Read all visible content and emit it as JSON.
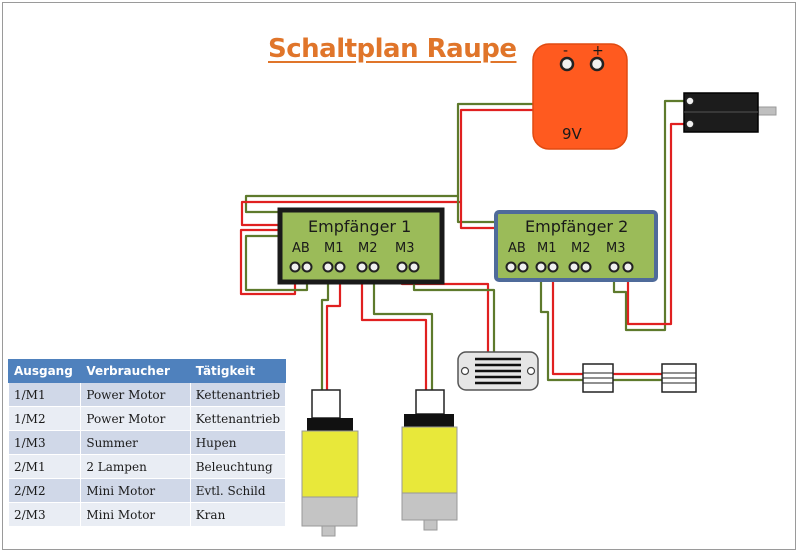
{
  "title": "Schaltplan Raupe",
  "battery": {
    "label": "9V",
    "minus": "-",
    "plus": "+"
  },
  "receivers": [
    {
      "name": "Empfänger 1",
      "ports": [
        "AB",
        "M1",
        "M2",
        "M3"
      ]
    },
    {
      "name": "Empfänger 2",
      "ports": [
        "AB",
        "M1",
        "M2",
        "M3"
      ]
    }
  ],
  "colors": {
    "wire_red": "#e02020",
    "wire_green": "#5e7a2c",
    "receiver_fill": "#9bbb59",
    "receiver1_border": "#1a1a1a",
    "receiver2_border": "#4f6b9a",
    "battery_fill": "#ff5a1f",
    "motor_yellow": "#e8e83a",
    "table_header": "#4f81bd"
  },
  "table": {
    "headers": [
      "Ausgang",
      "Verbraucher",
      "Tätigkeit"
    ],
    "rows": [
      [
        "1/M1",
        "Power Motor",
        "Kettenantrieb"
      ],
      [
        "1/M2",
        "Power Motor",
        "Kettenantrieb"
      ],
      [
        "1/M3",
        "Summer",
        "Hupen"
      ],
      [
        "2/M1",
        "2 Lampen",
        "Beleuchtung"
      ],
      [
        "2/M2",
        "Mini Motor",
        "Evtl. Schild"
      ],
      [
        "2/M3",
        "Mini Motor",
        "Kran"
      ]
    ]
  }
}
